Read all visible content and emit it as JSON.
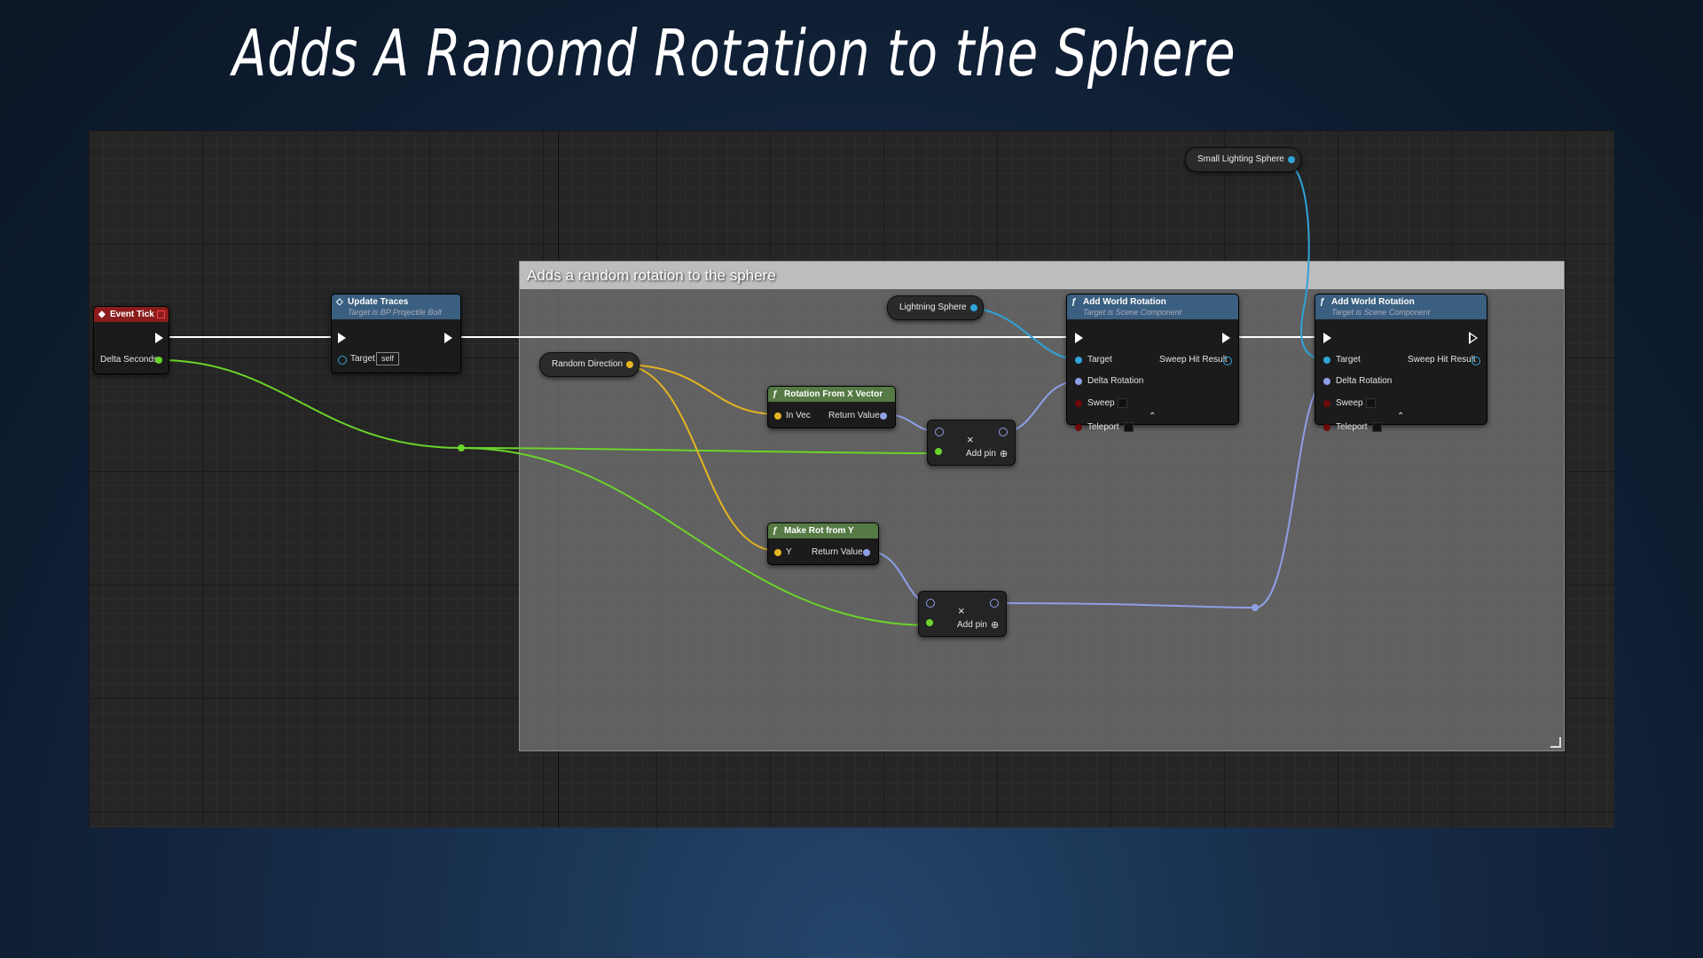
{
  "title": "Adds A Ranomd Rotation to the Sphere",
  "comment": {
    "text": "Adds a random rotation to the sphere"
  },
  "nodes": {
    "event_tick": {
      "title": "Event Tick",
      "output": "Delta Seconds"
    },
    "update_traces": {
      "title": "Update Traces",
      "subtitle": "Target is BP Projectile Bolt",
      "target_label": "Target",
      "target_value": "self"
    },
    "random_direction": {
      "label": "Random Direction"
    },
    "lightning_sphere": {
      "label": "Lightning Sphere"
    },
    "small_lighting_sphere": {
      "label": "Small Lighting Sphere"
    },
    "rotation_from_x": {
      "title": "Rotation From X Vector",
      "input": "In Vec",
      "output": "Return Value"
    },
    "make_rot_from_y": {
      "title": "Make Rot from Y",
      "input": "Y",
      "output": "Return Value"
    },
    "multiply_1": {
      "symbol": "×",
      "add_pin": "Add pin"
    },
    "multiply_2": {
      "symbol": "×",
      "add_pin": "Add pin"
    },
    "add_world_rotation_1": {
      "title": "Add World Rotation",
      "subtitle": "Target is Scene Component",
      "target": "Target",
      "sweep_hit": "Sweep Hit Result",
      "delta": "Delta Rotation",
      "sweep": "Sweep",
      "teleport": "Teleport"
    },
    "add_world_rotation_2": {
      "title": "Add World Rotation",
      "subtitle": "Target is Scene Component",
      "target": "Target",
      "sweep_hit": "Sweep Hit Result",
      "delta": "Delta Rotation",
      "sweep": "Sweep",
      "teleport": "Teleport"
    }
  },
  "colors": {
    "event_header": "#8b1c1c",
    "function_header": "#3a5f80",
    "pure_header": "#557a44",
    "float_wire": "#6bd42b",
    "vector_wire": "#e6b420",
    "rotator_wire": "#8e9fe6",
    "object_wire": "#2fa4d8",
    "exec_wire": "#ffffff"
  }
}
